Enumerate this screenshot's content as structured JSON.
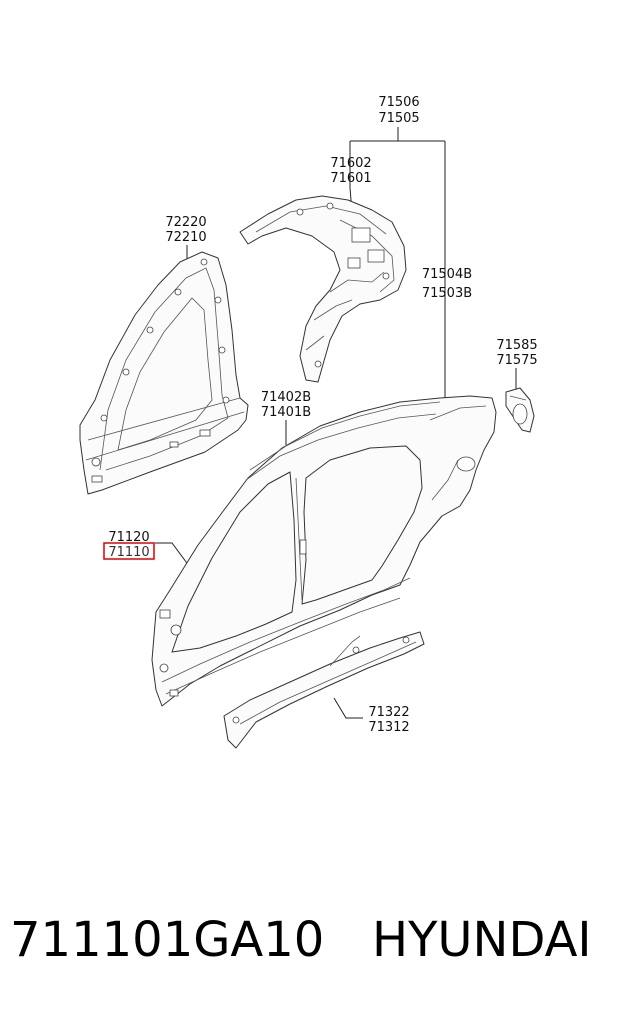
{
  "part_labels": {
    "l71506": "71506",
    "l71505": "71505",
    "l71602": "71602",
    "l71601": "71601",
    "l72220": "72220",
    "l72210": "72210",
    "l71504b": "71504B",
    "l71503b": "71503B",
    "l71585": "71585",
    "l71575": "71575",
    "l71402b": "71402B",
    "l71401b": "71401B",
    "l71120": "71120",
    "l71110": "71110",
    "l71322": "71322",
    "l71312": "71312"
  },
  "highlight": {
    "part": "71110",
    "color": "#e00000"
  },
  "footer": {
    "part_number": "711101GA10",
    "brand": "HYUNDAI"
  }
}
